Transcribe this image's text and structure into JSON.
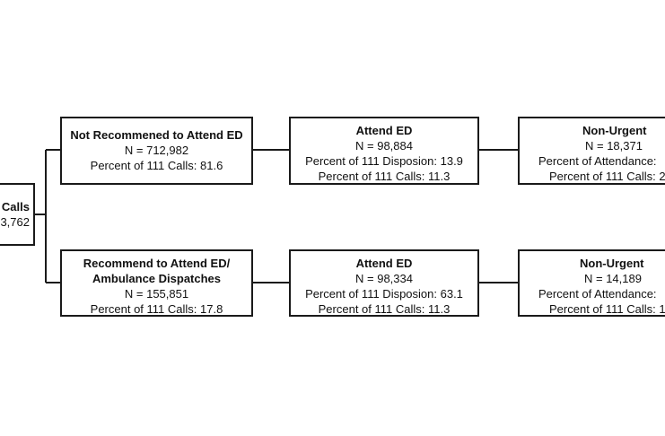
{
  "nodes": {
    "root": {
      "title": "Calls",
      "line1": "3,762"
    },
    "top_level1": {
      "title": "Not Recommened to Attend ED",
      "line1": "N = 712,982",
      "line2": "Percent of 111 Calls: 81.6"
    },
    "top_level2": {
      "title": "Attend ED",
      "line1": "N = 98,884",
      "line2": "Percent of 111 Disposion: 13.9",
      "line3": "Percent of 111 Calls: 11.3"
    },
    "top_level3": {
      "title": "Non-Urgent",
      "line1": "N = 18,371",
      "line2": "Percent of Attendance:",
      "line3": "Percent of 111 Calls: 2"
    },
    "bottom_level1": {
      "title_a": "Recommend to Attend ED/",
      "title_b": "Ambulance Dispatches",
      "line1": "N = 155,851",
      "line2": "Percent of 111 Calls: 17.8"
    },
    "bottom_level2": {
      "title": "Attend ED",
      "line1": "N = 98,334",
      "line2": "Percent of 111 Disposion: 63.1",
      "line3": "Percent of 111 Calls: 11.3"
    },
    "bottom_level3": {
      "title": "Non-Urgent",
      "line1": "N = 14,189",
      "line2": "Percent of Attendance:",
      "line3": "Percent of 111 Calls: 1"
    }
  }
}
